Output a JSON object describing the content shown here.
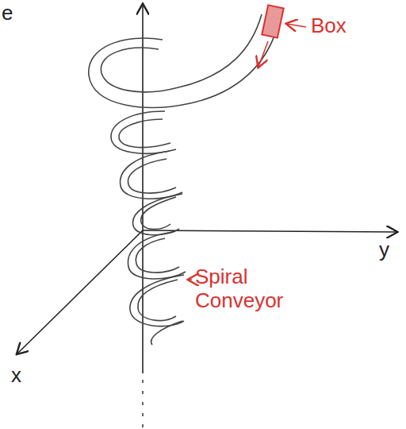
{
  "diagram": {
    "labels": [
      "e",
      "Box",
      "Spiral Conveyor",
      "x",
      "y"
    ]
  }
}
